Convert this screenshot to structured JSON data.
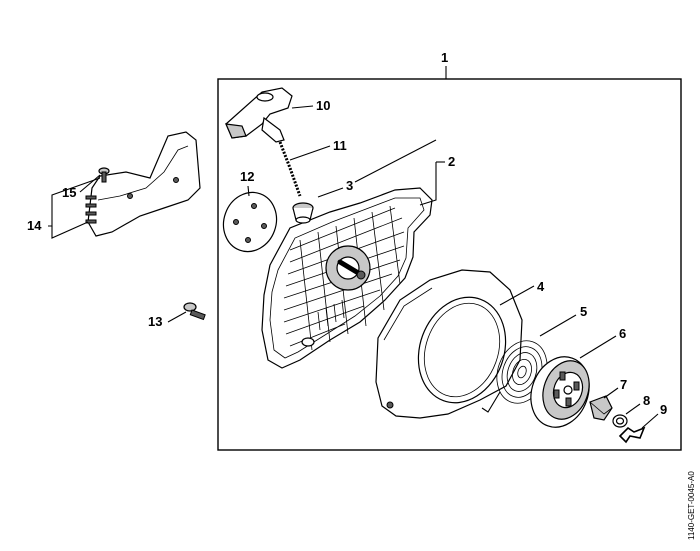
{
  "labels": {
    "l1": "1",
    "l2": "2",
    "l3": "3",
    "l4": "4",
    "l5": "5",
    "l6": "6",
    "l7": "7",
    "l8": "8",
    "l9": "9",
    "l10": "10",
    "l11": "11",
    "l12": "12",
    "l13": "13",
    "l14": "14",
    "l15": "15"
  },
  "drawing_code": "1140-GET-0045-A0"
}
